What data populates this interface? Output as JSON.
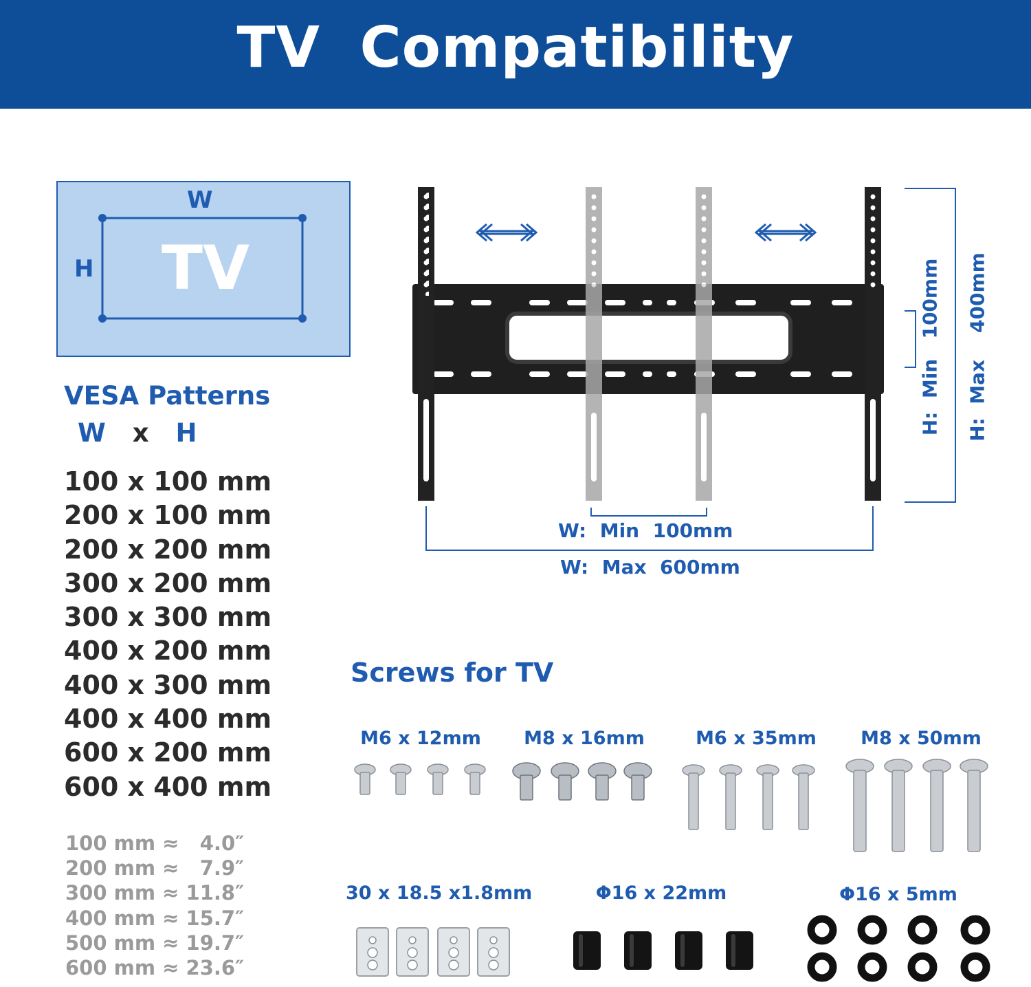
{
  "header": {
    "title": "TV  Compatibility",
    "background": "#0e4d97"
  },
  "tv_diagram": {
    "w_label": "W",
    "h_label": "H",
    "tv_label": "TV",
    "fill": "#b7d3ef",
    "accent": "#1f5cb0"
  },
  "vesa": {
    "heading": "VESA Patterns",
    "sub_w": "W",
    "sub_x": "x",
    "sub_h": "H",
    "patterns": [
      "100 x 100 mm",
      "200 x 100 mm",
      "200 x 200 mm",
      "300 x 200 mm",
      "300 x 300 mm",
      "400 x 200 mm",
      "400 x 300 mm",
      "400 x 400 mm",
      "600 x 200 mm",
      "600 x 400 mm"
    ],
    "conversions": [
      "100 mm ≈   4.0″",
      "200 mm ≈   7.9″",
      "300 mm ≈ 11.8″",
      "400 mm ≈ 15.7″",
      "500 mm ≈ 19.7″",
      "600 mm ≈ 23.6″"
    ]
  },
  "bracket": {
    "w_min": "W:  Min  100mm",
    "w_max": "W:  Max  600mm",
    "h_min": "H:  Min   100mm",
    "h_max": "H:  Max    400mm"
  },
  "screws": {
    "heading": "Screws for TV",
    "items": [
      "M6 x 12mm",
      "M8 x 16mm",
      "M6 x 35mm",
      "M8 x 50mm",
      "30 x 18.5 x1.8mm",
      "Φ16 x 22mm",
      "Φ16 x 5mm"
    ]
  }
}
